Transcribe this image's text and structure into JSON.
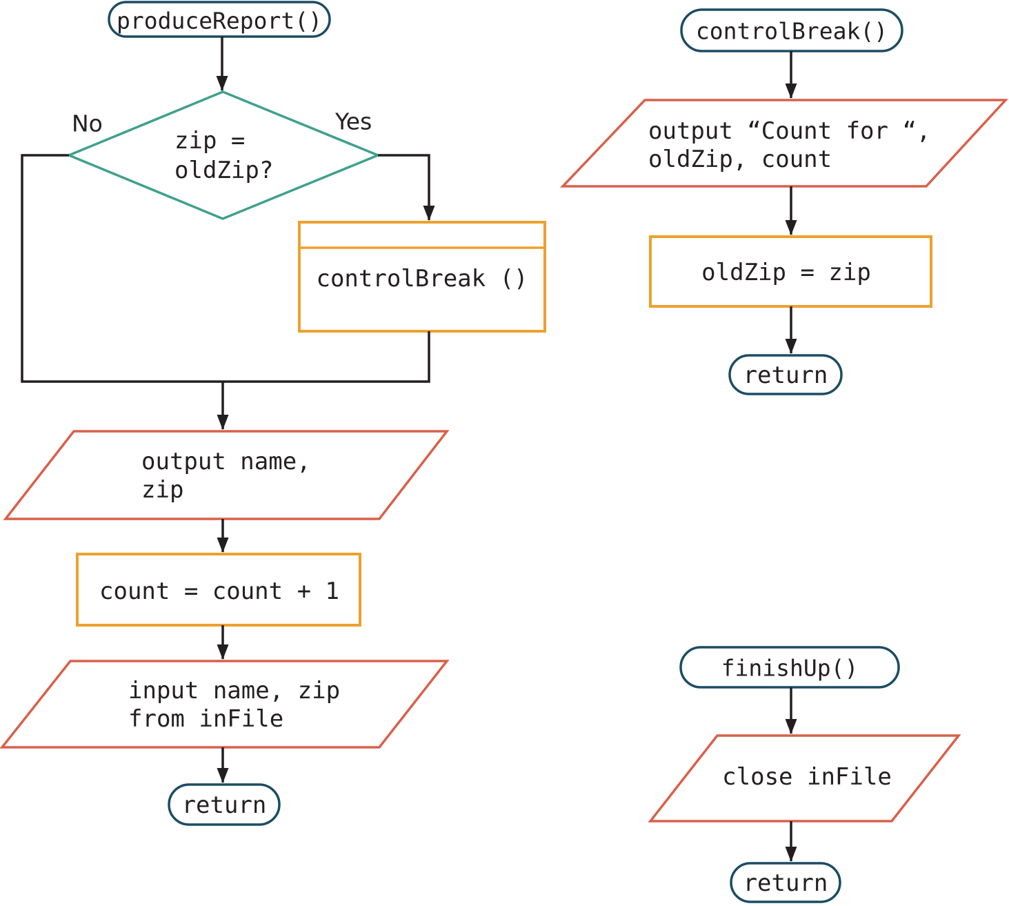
{
  "colors": {
    "terminal_border": "#1c4c63",
    "decision_border": "#3fa08e",
    "io_border": "#d9604a",
    "process_border": "#eda12e",
    "connector": "#231f20",
    "text": "#231f20",
    "background": "#ffffff"
  },
  "flowcharts": {
    "produce_report": {
      "start": "produceReport()",
      "decision_line1": "zip =",
      "decision_line2": "oldZip?",
      "branch_no": "No",
      "branch_yes": "Yes",
      "module_call": "controlBreak ()",
      "output_line1": "output name,",
      "output_line2": "zip",
      "process": "count = count + 1",
      "input_line1": "input name, zip",
      "input_line2": "from inFile",
      "end": "return"
    },
    "control_break": {
      "start": "controlBreak()",
      "output_line1": "output “Count for “,",
      "output_line2": "oldZip, count",
      "process": "oldZip = zip",
      "end": "return"
    },
    "finish_up": {
      "start": "finishUp()",
      "io": "close inFile",
      "end": "return"
    }
  }
}
